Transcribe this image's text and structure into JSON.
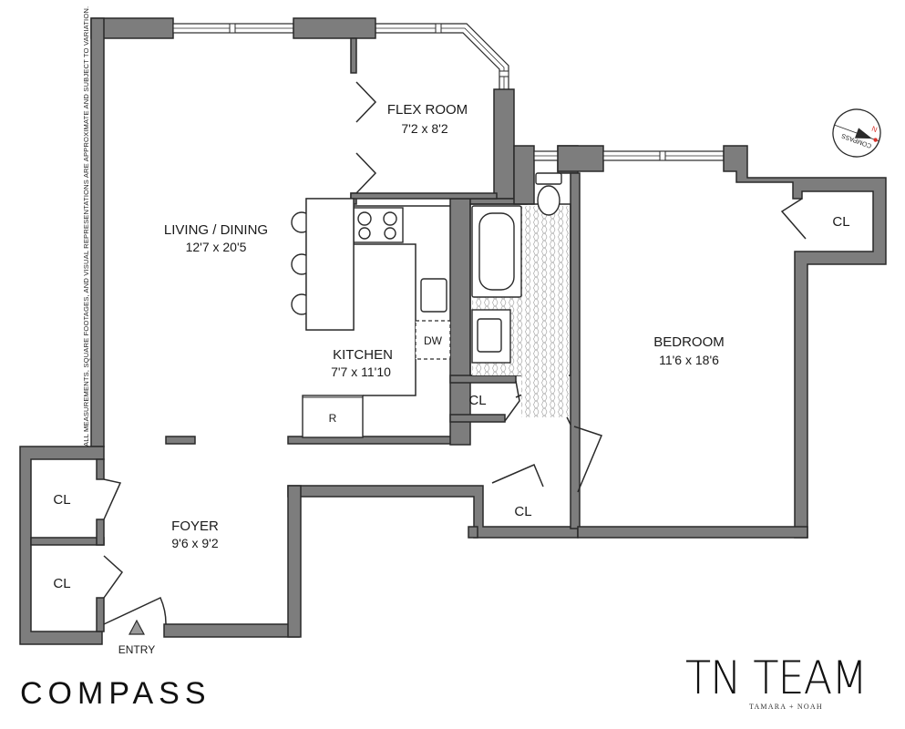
{
  "rooms": {
    "flex_room": {
      "name": "FLEX ROOM",
      "dims": "7'2 x 8'2"
    },
    "living_dining": {
      "name": "LIVING / DINING",
      "dims": "12'7 x 20'5"
    },
    "kitchen": {
      "name": "KITCHEN",
      "dims": "7'7 x 11'10"
    },
    "bedroom": {
      "name": "BEDROOM",
      "dims": "11'6 x 18'6"
    },
    "foyer": {
      "name": "FOYER",
      "dims": "9'6 x 9'2"
    }
  },
  "closets": {
    "bedroom_closet": "CL",
    "bath_closet": "CL",
    "hall_closet": "CL",
    "foyer_closet_top": "CL",
    "foyer_closet_bottom": "CL"
  },
  "appliances": {
    "dishwasher": "DW",
    "refrigerator": "R"
  },
  "entry_label": "ENTRY",
  "disclaimer": "ALL MEASUREMENTS, SQUARE FOOTAGES, AND VISUAL REPRESENTATIONS ARE APPROXIMATE AND SUBJECT TO VARIATION.",
  "compass_rose": {
    "label": "COMPASS",
    "north": "N"
  },
  "brand": {
    "logo": "COMPASS",
    "team_name": "TN TEAM",
    "team_members": "TAMARA + NOAH"
  },
  "colors": {
    "wall": "#7d7d7d",
    "outline": "#2a2a2a",
    "north_marker": "#d9322b"
  }
}
